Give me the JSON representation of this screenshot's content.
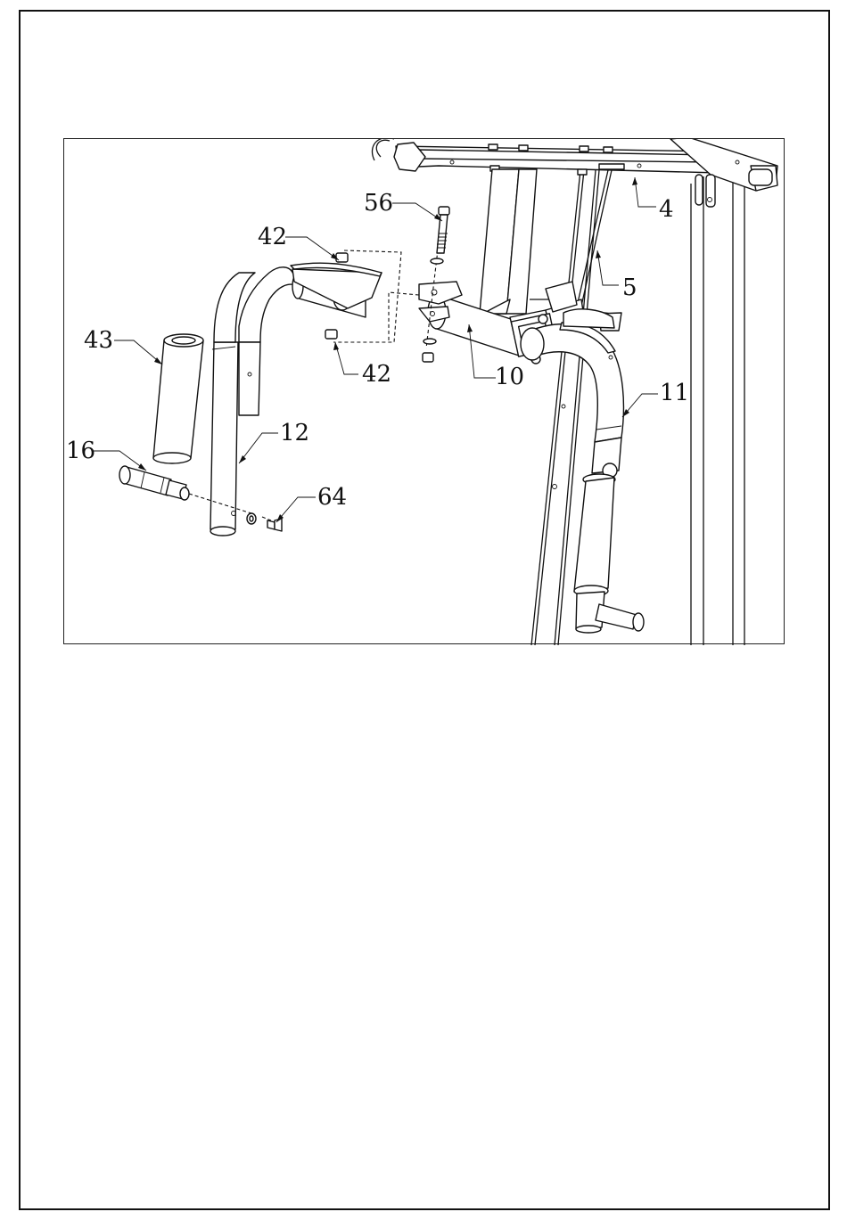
{
  "callouts": {
    "c4": "4",
    "c5": "5",
    "c10": "10",
    "c11": "11",
    "c12": "12",
    "c16": "16",
    "c42_top": "42",
    "c42_bottom": "42",
    "c43": "43",
    "c56": "56",
    "c64": "64"
  }
}
